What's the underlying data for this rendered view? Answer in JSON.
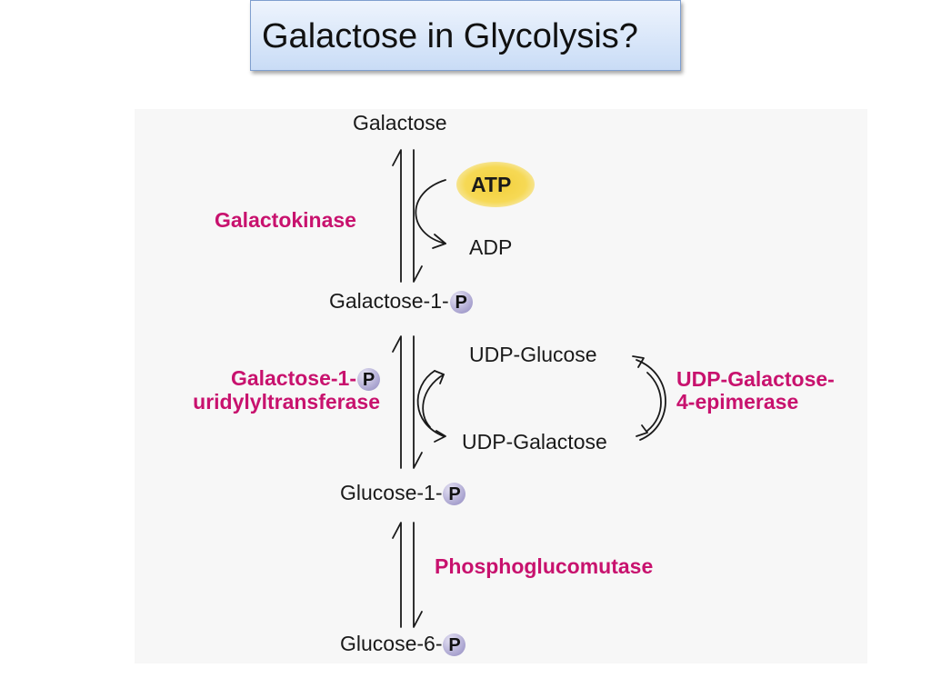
{
  "slide": {
    "title": "Galactose in Glycolysis?"
  },
  "metabolites": {
    "galactose": "Galactose",
    "atp": "ATP",
    "adp": "ADP",
    "galactose_1_p": "Galactose-1-",
    "udp_glucose": "UDP-Glucose",
    "udp_galactose": "UDP-Galactose",
    "glucose_1_p": "Glucose-1-",
    "glucose_6_p": "Glucose-6-",
    "phosphate_symbol": "P"
  },
  "enzymes": {
    "galactokinase": "Galactokinase",
    "uridylyltransferase_line1": "Galactose-1-",
    "uridylyltransferase_line2": "uridylyltransferase",
    "epimerase_line1": "UDP-Galactose-",
    "epimerase_line2": "4-epimerase",
    "phosphoglucomutase": "Phosphoglucomutase"
  },
  "colors": {
    "enzyme_text": "#c8126e",
    "atp_highlight": "#f3cf3a",
    "phosphate_circle": "#a9a3cf",
    "title_box_gradient_top": "#eef4fd",
    "title_box_gradient_bottom": "#c9dcf6"
  }
}
